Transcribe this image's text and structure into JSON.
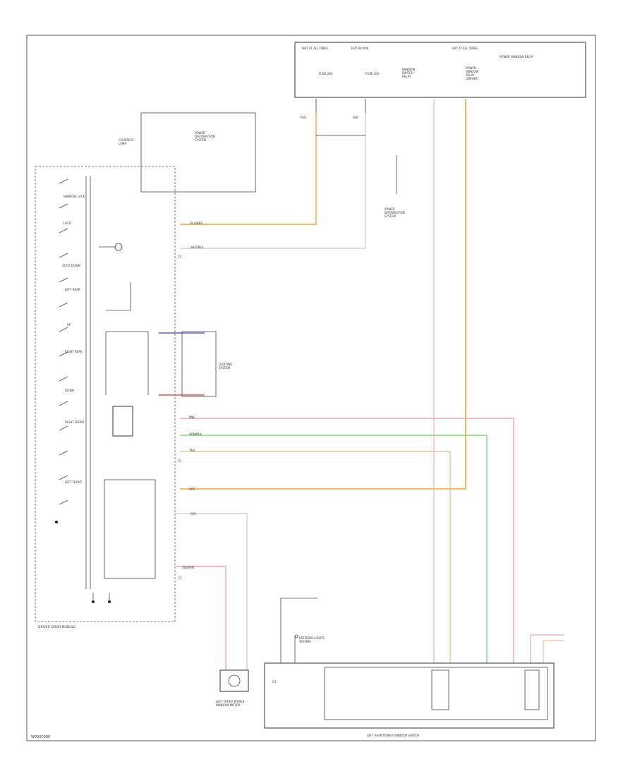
{
  "wire_colors": {
    "orange": "#f5a623",
    "pink": "#f4a0b0",
    "light_pink": "#f7b8c4",
    "green": "#7fd67f",
    "tan": "#e3c98a",
    "blue": "#4040d0",
    "red": "#e03030",
    "grey": "#bbbbbb",
    "black": "#333333"
  },
  "labels": {
    "footer_code": "W0000000",
    "driver_door_module": "DRIVER DOOR MODULE",
    "left_front_power_window_motor": "LEFT FRONT POWER\nWINDOW MOTOR",
    "left_rear_power_window_switch": "LEFT REAR POWER WINDOW SWITCH",
    "power_distribution_top": "POWER\nDISTRIBUTION\nSYSTEM",
    "power_distribution_mid": "POWER\nDISTRIBUTION\nSYSTEM",
    "exterior_lights_system": "EXTERIOR LIGHTS\nSYSTEM",
    "courtesy_lamp": "COURTESY\nLAMP",
    "lighting_system": "LIGHTING\nSYSTEM",
    "window_lock": "WINDOW LOCK",
    "lock_label": "LOCK",
    "auto_down": "AUTO DOWN",
    "up_label": "UP",
    "down_label": "DOWN",
    "left_rear": "LEFT REAR",
    "right_rear": "RIGHT REAR",
    "right_front": "RIGHT FRONT",
    "left_front": "LEFT FRONT",
    "wire_blu_red": "BLU/RED",
    "wire_wht_blu": "WHT/BLU",
    "wire_red": "RED",
    "wire_blk": "BLK",
    "wire_pnk": "PNK",
    "wire_grn": "GRN/BLK",
    "wire_tan": "TAN",
    "wire_org": "ORG",
    "wire_vio": "VIO/WHT",
    "wire_gry": "GRY",
    "fuse_1": "HOT AT ALL TIMES",
    "fuse_2": "HOT IN RUN",
    "fuse_3": "HOT AT ALL TIMES",
    "fuse_4": "POWER WINDOW RELAY",
    "fuse_5": "FUSE 20A",
    "fuse_6": "FUSE 30A",
    "fuse_7": "WINDOW\nSWITCH\nRELAY",
    "fuse_8": "POWER\nWINDOW\nRELAY\n(DRIVER)",
    "conn_c1": "C1",
    "conn_c2": "C2",
    "conn_c3": "C3",
    "ground": "G1"
  }
}
